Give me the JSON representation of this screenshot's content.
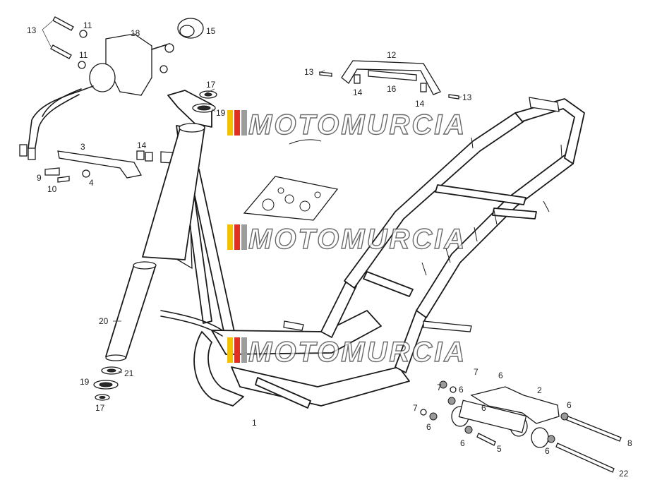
{
  "watermark": {
    "text": "MOTOMURCIA",
    "colors": [
      "#f2c200",
      "#e03020",
      "#9c9c9c"
    ]
  },
  "labels": [
    {
      "id": "l13a",
      "text": "13"
    },
    {
      "id": "l11a",
      "text": "11"
    },
    {
      "id": "l11b",
      "text": "11"
    },
    {
      "id": "l18",
      "text": "18"
    },
    {
      "id": "l15",
      "text": "15"
    },
    {
      "id": "l17a",
      "text": "17"
    },
    {
      "id": "l19a",
      "text": "19"
    },
    {
      "id": "l3",
      "text": "3"
    },
    {
      "id": "l14a",
      "text": "14"
    },
    {
      "id": "l9",
      "text": "9"
    },
    {
      "id": "l10",
      "text": "10"
    },
    {
      "id": "l4",
      "text": "4"
    },
    {
      "id": "l13b",
      "text": "13"
    },
    {
      "id": "l12",
      "text": "12"
    },
    {
      "id": "l14b",
      "text": "14"
    },
    {
      "id": "l16",
      "text": "16"
    },
    {
      "id": "l14c",
      "text": "14"
    },
    {
      "id": "l13c",
      "text": "13"
    },
    {
      "id": "l20",
      "text": "20"
    },
    {
      "id": "l21",
      "text": "21"
    },
    {
      "id": "l19b",
      "text": "19"
    },
    {
      "id": "l17b",
      "text": "17"
    },
    {
      "id": "l1",
      "text": "1"
    },
    {
      "id": "l7a",
      "text": "7"
    },
    {
      "id": "l6a",
      "text": "6"
    },
    {
      "id": "l7b",
      "text": "7"
    },
    {
      "id": "l6b",
      "text": "6"
    },
    {
      "id": "l2",
      "text": "2"
    },
    {
      "id": "l7c",
      "text": "7"
    },
    {
      "id": "l6c",
      "text": "6"
    },
    {
      "id": "l6d",
      "text": "6"
    },
    {
      "id": "l6e",
      "text": "6"
    },
    {
      "id": "l8",
      "text": "8"
    },
    {
      "id": "l6f",
      "text": "6"
    },
    {
      "id": "l5",
      "text": "5"
    },
    {
      "id": "l6g",
      "text": "6"
    },
    {
      "id": "l22",
      "text": "22"
    }
  ]
}
